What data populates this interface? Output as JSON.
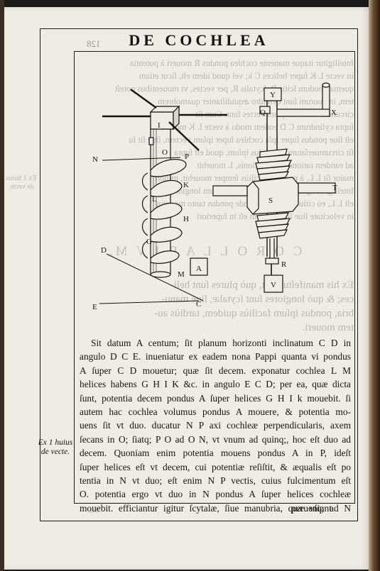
{
  "page": {
    "running_title": "DE COCHLEA",
    "catchword": "perueniant",
    "margin_note_lines": [
      "Ex 1 huius",
      "de vecte."
    ]
  },
  "figure": {
    "labels": {
      "I": "I",
      "O": "O",
      "P": "P",
      "N": "N",
      "K": "K",
      "L": "L",
      "H": "H",
      "G": "G",
      "M": "M",
      "A": "A",
      "D": "D",
      "E": "E",
      "C": "C",
      "Y": "Y",
      "Q": "Q",
      "X": "X",
      "T": "T",
      "S": "S",
      "R": "R",
      "V": "V"
    }
  },
  "body": {
    "lines": [
      "Sit datum A centum; ſit planum horizonti inclinatum C D in",
      "angulo D C E. inueniatur ex eadem nona Pappi quanta vi pondus",
      "A ſuper C D mouetur; quæ ſit decem. exponatur cochlea L M",
      "helices habens G H I K &c. in angulo E C D; per ea, quæ dicta",
      "ſunt, potentia decem pondus A ſuper helices G H I k mouebit. ſi",
      "autem hac cochlea volumus pondus A mouere, & potentia mo-",
      "uens ſit vt duo. ducatur N P axi cochleæ perpendicularis, axem",
      "ſecans in O; ſiatq; P O ad O N, vt vnum ad quinq;, hoc eſt duo ad",
      "decem. Quoniam enim potentia mouens pondus A in P, ideſt",
      "ſuper helices eſt vt decem, cui potentiæ reſiſtit, & æqualis eſt po",
      "tentia in N vt duo; eſt enim N P vectis, cuius fulcimentum eſt",
      "O. potentia ergo vt duo in N pondus A ſuper helices cochleæ",
      "mouebit. efficiantur igitur ſcytalæ, ſiue manubria, quæ vſq; ad N"
    ]
  },
  "bleed_through": {
    "page_number": "128",
    "heading": "C O R O L L A R I V M.",
    "bottom_mark": "Sic",
    "margin_note": [
      "Ex 1 huius",
      "de vecte."
    ],
    "lines": [
      "Intelligitur itaque manente cochlea pondus R moueri à potentia",
      "in vecte L K ſuper helices C k; vel quod idem eſt, ſicut etiam",
      "quemadmodum ſcitis R, ſcytalis R, per vectes, vt mouentibus poteſt",
      "tem, in quorum ſunt cylindro æquidiſtanter quamobrem",
      "circumferentiæ tanquam vectes ſunt. Cum ſit",
      "ſupra cylindrum C D eodem modo à vecte L K moueri",
      "eſt ſiue pondus ſuper ipſa cochlea ſuper ipſam vectem, ſiue ſit ſu",
      "ſit circumuerſatum vt pondus ipſum, quod eſt ſupra",
      "ad eandem rationem perfectionis, L mouebit",
      "maior ſit L L, à potentia faciliùs ſemper mouebit, minori",
      "Intelligitur igitur cochlea quæ minore cum longior",
      "eſt L L, eò citius mouetur: deinde pondus tanto mouetur",
      "in velocitate ſiue ſicut dictum eſt in ſuperiori",
      "Ex his manifeſtum eſt, quò plures ſunt heli-",
      "ces; & quò longiores ſunt ſcytalæ, ſiue manu-",
      "bria, pondus ipſum faciliùs quidem, tardiùs au-",
      "tem moueri."
    ]
  }
}
